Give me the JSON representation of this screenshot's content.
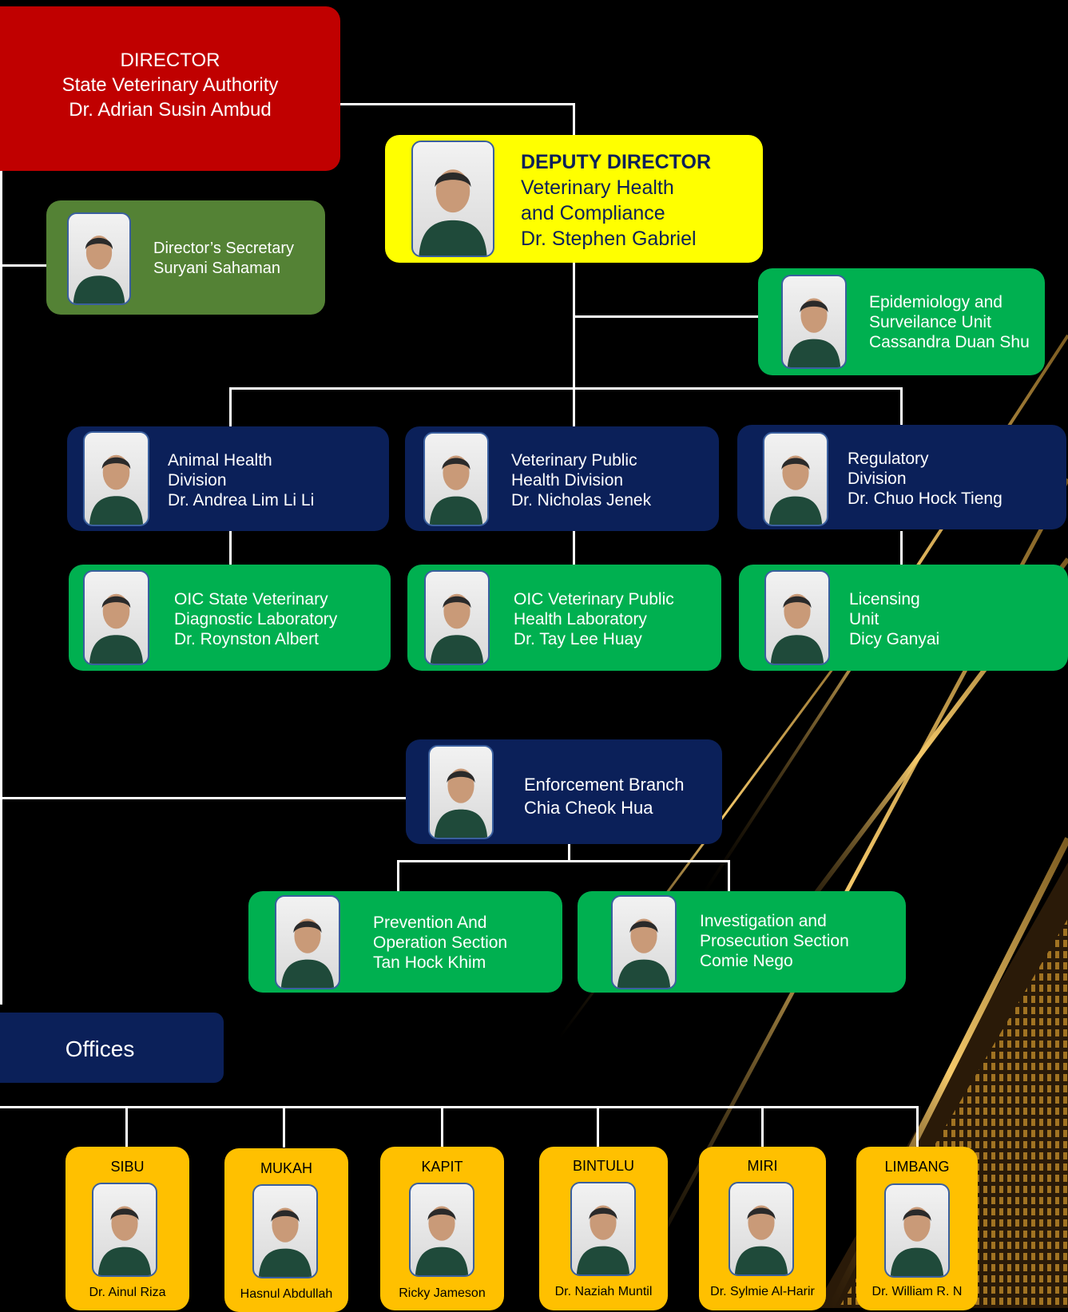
{
  "director": {
    "line1": "DIRECTOR",
    "line2": "State Veterinary Authority",
    "line3": "Dr. Adrian Susin Ambud"
  },
  "secretary": {
    "line1": "Director’s Secretary",
    "line2": "Suryani Sahaman"
  },
  "deputy": {
    "line1": "DEPUTY DIRECTOR",
    "line2": "Veterinary Health",
    "line3": "and Compliance",
    "line4": "Dr. Stephen Gabriel"
  },
  "epidemiology": {
    "line1": "Epidemiology and",
    "line2": "Surveilance Unit",
    "line3": "Cassandra Duan Shu"
  },
  "divisions": [
    {
      "line1": "Animal Health",
      "line2": "Division",
      "line3": "Dr. Andrea Lim Li Li"
    },
    {
      "line1": "Veterinary Public",
      "line2": "Health Division",
      "line3": "Dr. Nicholas Jenek"
    },
    {
      "line1": "Regulatory",
      "line2": "Division",
      "line3": "Dr. Chuo Hock Tieng"
    }
  ],
  "units": [
    {
      "line1": "OIC State Veterinary",
      "line2": "Diagnostic Laboratory",
      "line3": "Dr. Roynston Albert"
    },
    {
      "line1": "OIC Veterinary Public",
      "line2": "Health Laboratory",
      "line3": "Dr. Tay Lee Huay"
    },
    {
      "line1": "Licensing",
      "line2": "Unit",
      "line3": "Dicy Ganyai"
    }
  ],
  "enforcement": {
    "line1": "Enforcement Branch",
    "line2": "Chia Cheok Hua"
  },
  "sections": [
    {
      "line1": "Prevention And",
      "line2": "Operation Section",
      "line3": "Tan Hock Khim"
    },
    {
      "line1": "Investigation and",
      "line2": "Prosecution Section",
      "line3": "Comie Nego"
    }
  ],
  "offices_label": "Offices",
  "offices": [
    {
      "title": "SIBU",
      "name": "Dr. Ainul Riza"
    },
    {
      "title": "MUKAH",
      "name": "Hasnul Abdullah"
    },
    {
      "title": "KAPIT",
      "name": "Ricky Jameson"
    },
    {
      "title": "BINTULU",
      "name": "Dr. Naziah Muntil"
    },
    {
      "title": "MIRI",
      "name": "Dr. Sylmie Al-Harir"
    },
    {
      "title": "LIMBANG",
      "name": "Dr. William R. N"
    }
  ]
}
